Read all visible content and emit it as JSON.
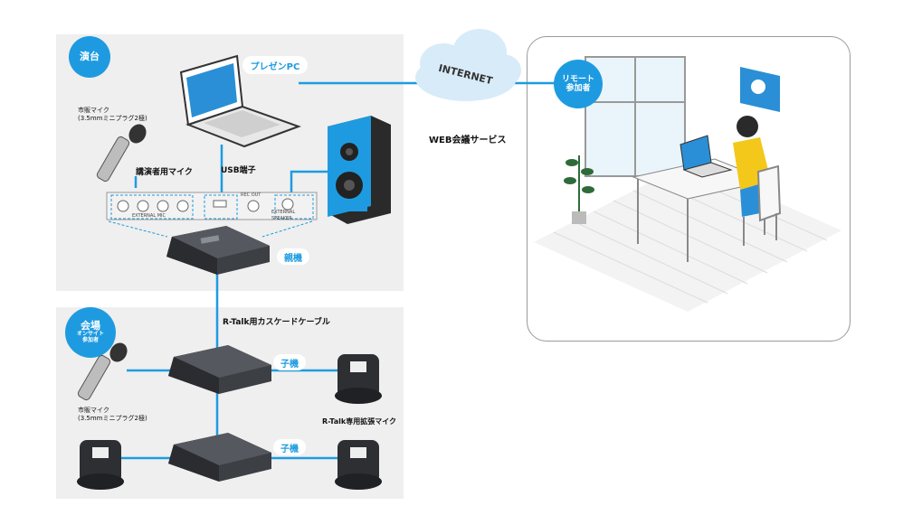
{
  "stage": {
    "tag": "演台"
  },
  "venue": {
    "tag_line1": "会場",
    "tag_line2": "オンサイト",
    "tag_line3": "参加者"
  },
  "remote": {
    "tag_line1": "リモート",
    "tag_line2": "参加者"
  },
  "labels": {
    "presenter_pc": "プレゼンPC",
    "internet": "INTERNET",
    "web_service": "WEB会議サービス",
    "usb_port": "USB端子",
    "speaker_mic": "講演者用マイク",
    "mic_top_line1": "市販マイク",
    "mic_top_line2": "(3.5mmミニプラグ2極)",
    "mic_bottom_line1": "市販マイク",
    "mic_bottom_line2": "(3.5mmミニプラグ2極)",
    "master": "親機",
    "cascade": "R-Talk用カスケードケーブル",
    "child1": "子機",
    "child2": "子機",
    "ext_mic": "R-Talk専用拡張マイク",
    "panel_external_mic": "EXTERNAL MIC",
    "panel_rec_out": "REC OUT",
    "panel_external_speaker": "EXTERNAL SPEAKER"
  },
  "colors": {
    "accent": "#1e9be0",
    "panel_bg": "#efefef",
    "device": "#4a4d52"
  }
}
